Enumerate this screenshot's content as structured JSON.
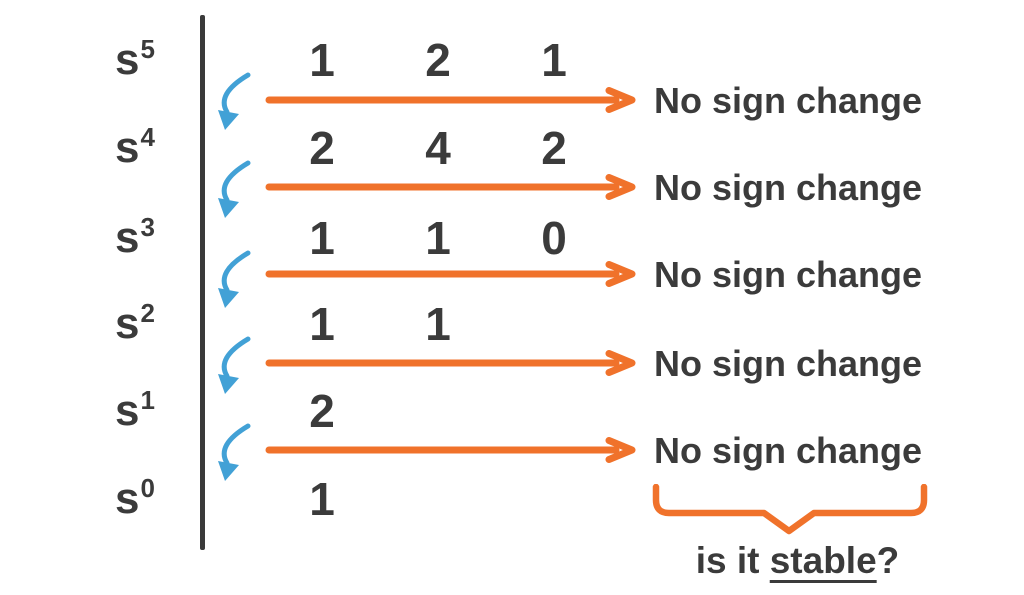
{
  "colors": {
    "orange": "#F0722B",
    "blue": "#42A1D6",
    "ink": "#3B3B3B",
    "line": "#3A3A3A",
    "bg": "#FFFFFF"
  },
  "routh_table": {
    "rows": [
      {
        "base": "s",
        "exp": "5",
        "values": [
          "1",
          "2",
          "1"
        ]
      },
      {
        "base": "s",
        "exp": "4",
        "values": [
          "2",
          "4",
          "2"
        ]
      },
      {
        "base": "s",
        "exp": "3",
        "values": [
          "1",
          "1",
          "0"
        ]
      },
      {
        "base": "s",
        "exp": "2",
        "values": [
          "1",
          "1"
        ]
      },
      {
        "base": "s",
        "exp": "1",
        "values": [
          "2"
        ]
      },
      {
        "base": "s",
        "exp": "0",
        "values": [
          "1"
        ]
      }
    ]
  },
  "annotations": {
    "sign_changes": [
      "No sign change",
      "No sign change",
      "No sign change",
      "No sign change",
      "No sign change"
    ],
    "question_prefix": "is it ",
    "question_underlined": "stable",
    "question_suffix": "?"
  }
}
